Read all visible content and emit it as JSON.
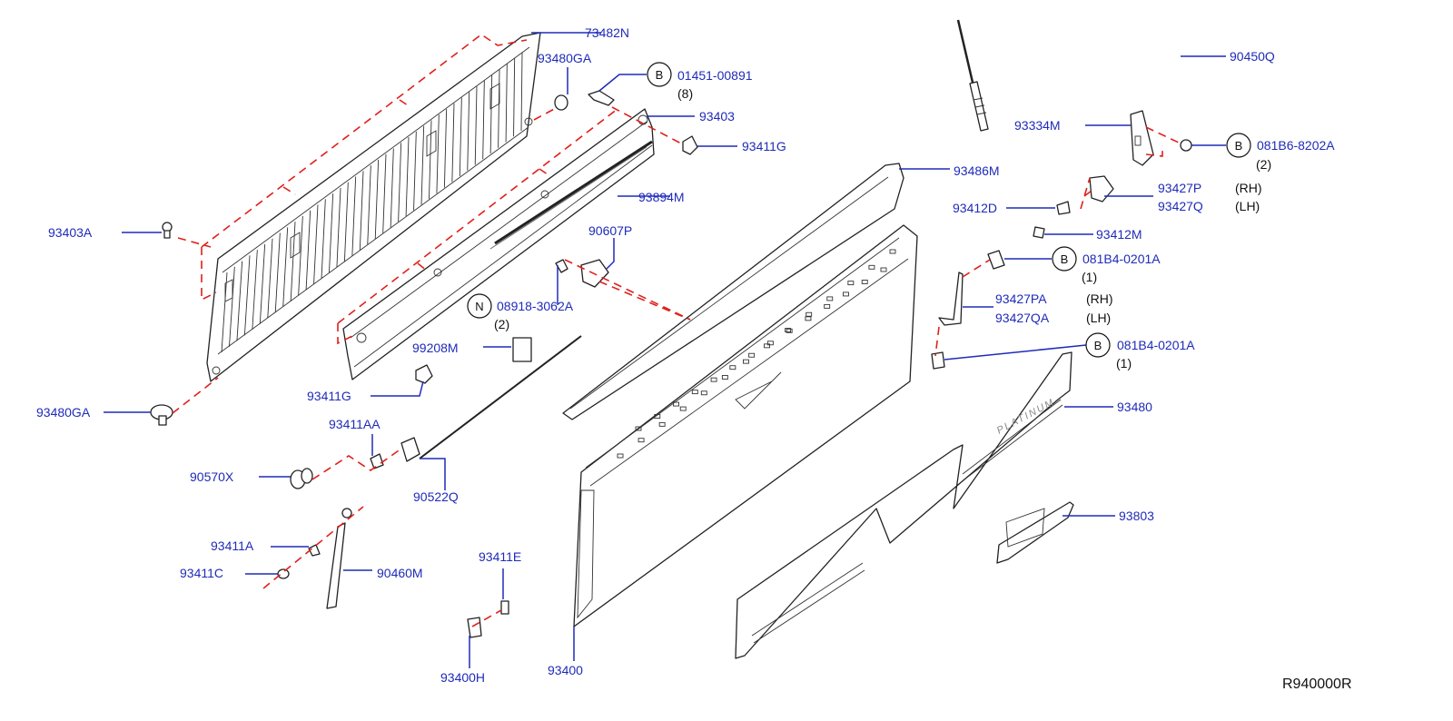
{
  "colors": {
    "label": "#1f2bb8",
    "dashed": "#e0201c",
    "linework": "#222222"
  },
  "parts": {
    "p73482N": "73482N",
    "p93480GA_top": "93480GA",
    "p01451": "01451-00891",
    "p01451_qty": "(8)",
    "p93403": "93403",
    "p93411G_top": "93411G",
    "p93894M": "93894M",
    "p90607P": "90607P",
    "p93403A": "93403A",
    "p08918": "08918-3062A",
    "p08918_qty": "(2)",
    "p99208M": "99208M",
    "p93411G_bot": "93411G",
    "p93480GA_bot": "93480GA",
    "p93411AA": "93411AA",
    "p90570X": "90570X",
    "p90522Q": "90522Q",
    "p93411A": "93411A",
    "p93411C": "93411C",
    "p90460M": "90460M",
    "p93411E": "93411E",
    "p93400H": "93400H",
    "p93400": "93400",
    "p93486M": "93486M",
    "p90450Q": "90450Q",
    "p93334M": "93334M",
    "p081B6": "081B6-8202A",
    "p081B6_qty": "(2)",
    "p93412D": "93412D",
    "p93427P": "93427P",
    "p93427P_side": "(RH)",
    "p93427Q": "93427Q",
    "p93427Q_side": "(LH)",
    "p93412M": "93412M",
    "p081B4_a": "081B4-0201A",
    "p081B4_a_qty": "(1)",
    "p93427PA": "93427PA",
    "p93427PA_side": "(RH)",
    "p93427QA": "93427QA",
    "p93427QA_side": "(LH)",
    "p081B4_b": "081B4-0201A",
    "p081B4_b_qty": "(1)",
    "p93480": "93480",
    "p93803": "93803"
  },
  "callouts": {
    "B": "B",
    "N": "N"
  },
  "emblem": "PLATINUM",
  "reference": "R940000R"
}
